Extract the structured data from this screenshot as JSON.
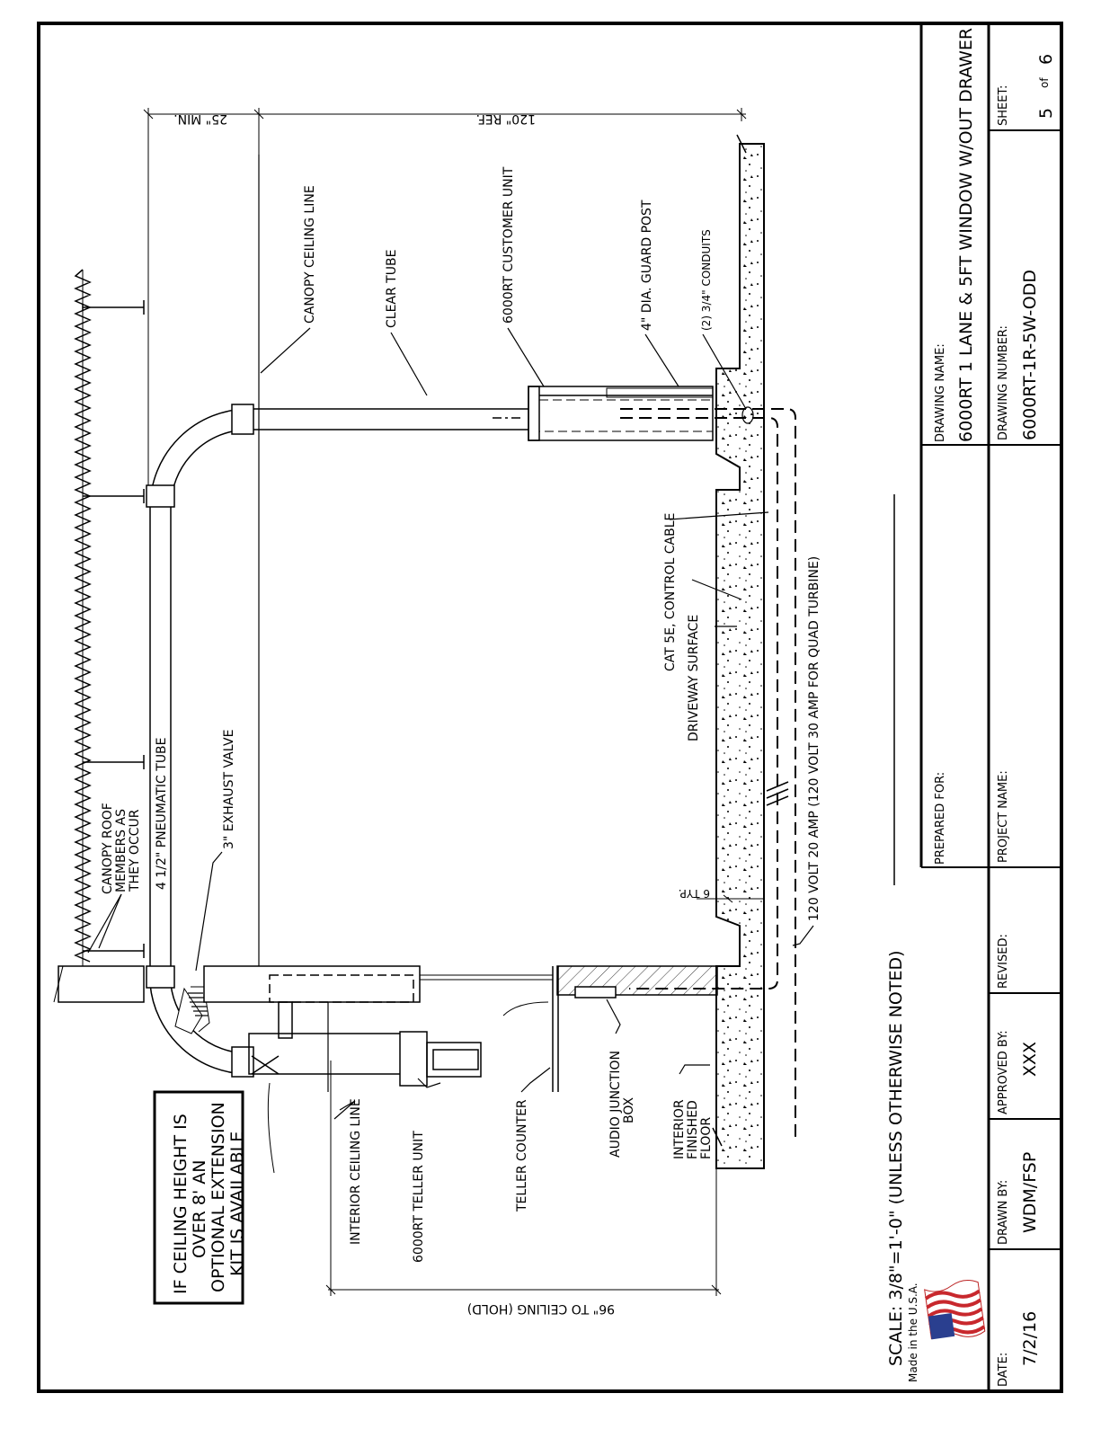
{
  "title_block": {
    "drawing_name_label": "DRAWING NAME:",
    "drawing_name": "6000RT 1 LANE & 5FT WINDOW W/OUT DRAWER",
    "sheet_label": "SHEET:",
    "sheet_number": "5",
    "sheet_of": "of",
    "sheet_total": "6",
    "drawing_number_label": "DRAWING NUMBER:",
    "drawing_number": "6000RT-1R-5W-ODD",
    "prepared_for_label": "PREPARED FOR:",
    "project_name_label": "PROJECT NAME:",
    "revised_label": "REVISED:",
    "approved_by_label": "APPROVED BY:",
    "approved_by": "XXX",
    "drawn_by_label": "DRAWN BY:",
    "drawn_by": "WDM/FSP",
    "date_label": "DATE:",
    "date": "7/2/16"
  },
  "scale_note": "SCALE: 3/8\"=1'-0\" (UNLESS OTHERWISE NOTED)",
  "made_in": "Made in the U.S.A.",
  "note_box": [
    "IF CEILING HEIGHT IS",
    "OVER 8' AN",
    "OPTIONAL EXTENSION",
    "KIT IS AVAILABLE"
  ],
  "dimensions": {
    "clearance_min": "25\" MIN.",
    "tube_height_ref": "120\" REF.",
    "ceiling_hold": "96\" TO CEILING (HOLD)",
    "slab_step": "6 TYP."
  },
  "labels": {
    "canopy_roof": [
      "CANOPY ROOF",
      "MEMBERS AS",
      "THEY OCCUR"
    ],
    "pneumatic_tube": "4 1/2\" PNEUMATIC TUBE",
    "exhaust_valve": "3\" EXHAUST VALVE",
    "canopy_ceiling": "CANOPY CEILING LINE",
    "clear_tube": "CLEAR TUBE",
    "customer_unit": "6000RT CUSTOMER UNIT",
    "guard_post": "4\" DIA. GUARD POST",
    "conduits": "(2) 3/4\" CONDUITS",
    "cat5e": "CAT 5E, CONTROL CABLE",
    "driveway": "DRIVEWAY SURFACE",
    "power": "120 VOLT 20 AMP (120 VOLT 30 AMP FOR QUAD TURBINE)",
    "interior_ceiling": "INTERIOR CEILING LINE",
    "teller_unit": "6000RT TELLER UNIT",
    "teller_counter": "TELLER COUNTER",
    "audio_box": [
      "AUDIO JUNCTION",
      "BOX"
    ],
    "interior_floor": [
      "INTERIOR",
      "FINISHED",
      "FLOOR"
    ]
  }
}
